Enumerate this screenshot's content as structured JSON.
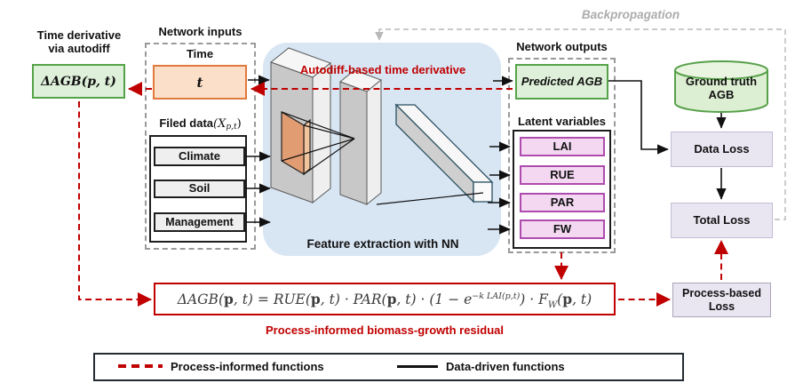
{
  "palette": {
    "process_red": "#C00000",
    "green_fill": "#DEF0D9",
    "green_border": "#54A348",
    "orange_fill": "#FBDFC8",
    "orange_border": "#E07A3F",
    "pink_fill": "#F4D8F2",
    "pink_border": "#AE4CAE",
    "loss_fill": "#E9E5F1",
    "blue_region": "#D8E5F3",
    "backprop_gray": "#ACACAC"
  },
  "left": {
    "title_line1": "Time derivative",
    "title_line2": "via autodiff",
    "delta_box": "ΔAGB(p, t)"
  },
  "inputs": {
    "heading": "Network inputs",
    "time_label": "Time",
    "time_value": "t",
    "field_label": "Filed data ",
    "field_math_open": "(X",
    "field_math_sub": "p,t",
    "field_math_close": ")",
    "boxes": [
      "Climate",
      "Soil",
      "Management"
    ]
  },
  "nn": {
    "autodiff_label": "Autodiff-based time derivative",
    "feature_label": "Feature extraction with NN"
  },
  "outputs": {
    "heading": "Network outputs",
    "predicted": "Predicted AGB",
    "latent_heading": "Latent variables",
    "latent": [
      "LAI",
      "RUE",
      "PAR",
      "FW"
    ]
  },
  "loss": {
    "ground_truth_line1": "Ground truth",
    "ground_truth_line2": "AGB",
    "data_loss": "Data Loss",
    "total_loss": "Total Loss",
    "process_line1": "Process-based",
    "process_line2": "Loss"
  },
  "backprop_label": "Backpropagation",
  "formula": {
    "parts": [
      "ΔAGB(",
      "p",
      ", t) = RUE(",
      "p",
      ", t) · PAR(",
      "p",
      ", t) · (1 − e",
      "−k LAI(p,t)",
      ") · F",
      "W",
      "(",
      "p",
      ", t)"
    ],
    "caption": "Process-informed biomass-growth residual"
  },
  "legend": {
    "process": "Process-informed functions",
    "data": "Data-driven functions"
  }
}
